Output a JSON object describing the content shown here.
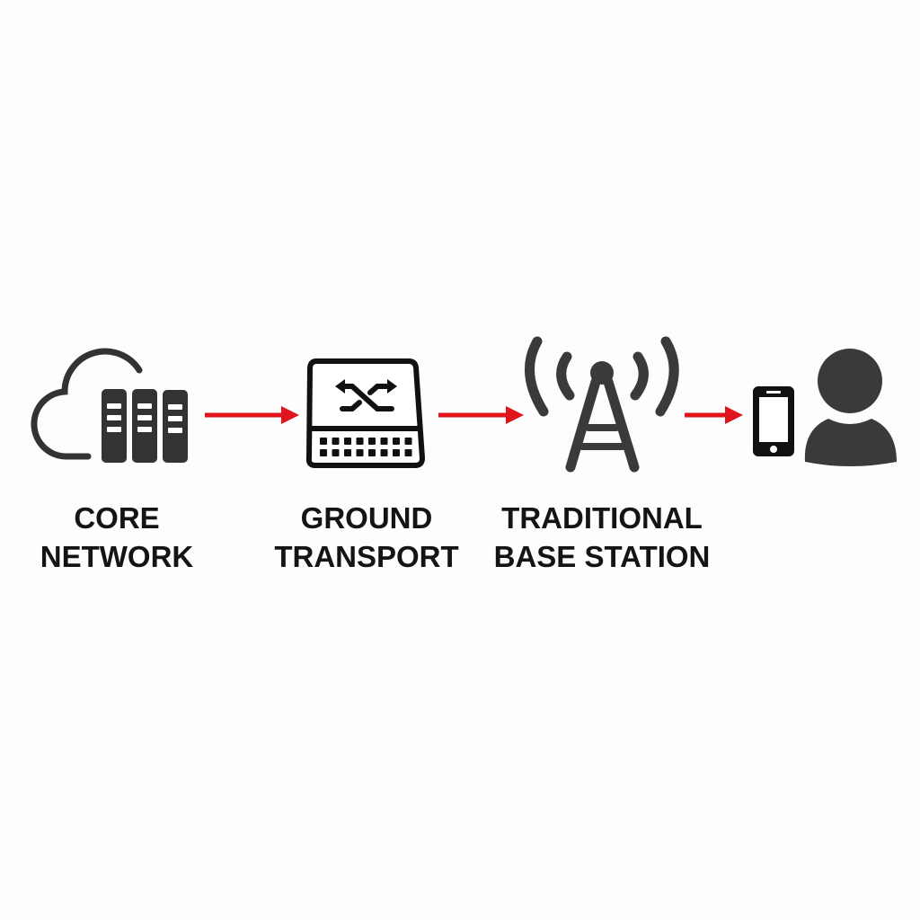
{
  "colors": {
    "icon": "#333333",
    "arrow": "#e0141c",
    "text": "#141414",
    "background": "#fdfdfd"
  },
  "nodes": [
    {
      "id": "core",
      "icon": "cloud-server-icon",
      "label_lines": [
        "CORE",
        "NETWORK"
      ]
    },
    {
      "id": "transport",
      "icon": "network-switch-icon",
      "label_lines": [
        "GROUND",
        "TRANSPORT"
      ]
    },
    {
      "id": "base_station",
      "icon": "radio-tower-icon",
      "label_lines": [
        "TRADITIONAL",
        "BASE STATION"
      ]
    },
    {
      "id": "user",
      "icon": "phone-user-icon",
      "label_lines": []
    }
  ],
  "edges": [
    {
      "from": "core",
      "to": "transport"
    },
    {
      "from": "transport",
      "to": "base_station"
    },
    {
      "from": "base_station",
      "to": "user"
    }
  ]
}
